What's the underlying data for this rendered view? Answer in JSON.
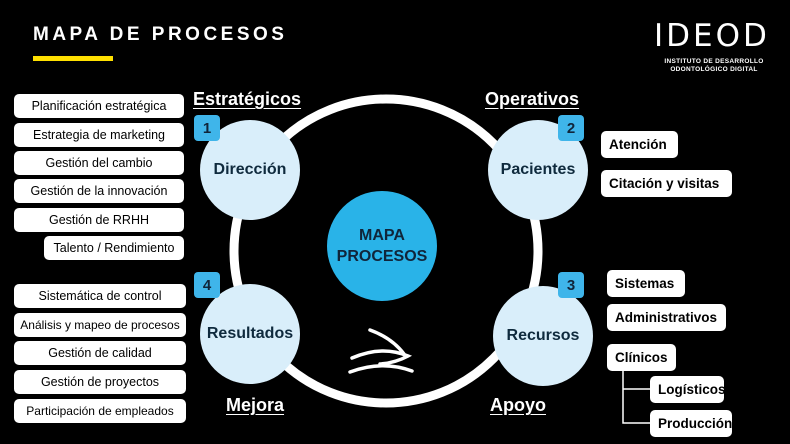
{
  "header": {
    "title": "MAPA DE PROCESOS",
    "accent_color": "#ffe000"
  },
  "logo": {
    "name": "IDEOD",
    "subtitle_line1": "INSTITUTO DE DESARROLLO",
    "subtitle_line2": "ODONTOLÓGICO DIGITAL"
  },
  "center": {
    "line1": "MAPA",
    "line2": "PROCESOS"
  },
  "quadrants": {
    "estrategicos": {
      "heading": "Estratégicos",
      "number": "1",
      "node": "Dirección",
      "items": [
        "Planificación estratégica",
        "Estrategia de marketing",
        "Gestión del cambio",
        "Gestión de la innovación",
        "Gestión de RRHH",
        "Talento / Rendimiento"
      ]
    },
    "operativos": {
      "heading": "Operativos",
      "number": "2",
      "node": "Pacientes",
      "items": [
        "Atención",
        "Citación y visitas"
      ]
    },
    "apoyo": {
      "heading": "Apoyo",
      "number": "3",
      "node": "Recursos",
      "items": [
        "Sistemas",
        "Administrativos",
        "Clínicos"
      ],
      "sub_items": [
        "Logísticos",
        "Producción"
      ]
    },
    "mejora": {
      "heading": "Mejora",
      "number": "4",
      "node": "Resultados",
      "items": [
        "Sistemática de control",
        "Análisis y mapeo de procesos",
        "Gestión de calidad",
        "Gestión de proyectos",
        "Participación de empleados"
      ]
    }
  },
  "colors": {
    "background": "#000000",
    "node_fill": "#d9eefa",
    "center_fill": "#29b3e8",
    "badge_fill": "#3fb5ea",
    "ring": "#ffffff"
  },
  "icons": [
    "wave-logo-icon",
    "tree-connector-icon"
  ]
}
